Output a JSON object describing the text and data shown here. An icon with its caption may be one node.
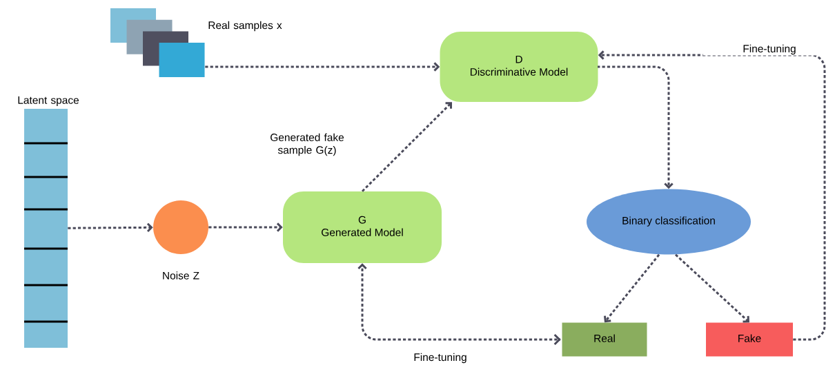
{
  "diagram": {
    "nodes": [
      {
        "text": [],
        "shape": "picture",
        "beside": [
          "Real samples x"
        ]
      },
      {
        "text": [],
        "shape": "bar",
        "beside": [
          "Latent space"
        ]
      },
      {
        "text": [],
        "shape": "circle",
        "beside": [
          "Noise Z"
        ]
      },
      {
        "text": [
          "G",
          "Generated Model"
        ]
      },
      {
        "text": [
          "D",
          "Discriminative Model"
        ]
      },
      {
        "text": [
          "Binary classification"
        ]
      },
      {
        "text": [
          "Real"
        ]
      },
      {
        "text": [
          "Fake"
        ]
      }
    ],
    "edges": [
      {
        "from": 0,
        "to": 4,
        "arrow": "to"
      },
      {
        "from": 1,
        "to": 2,
        "arrow": "to"
      },
      {
        "from": 2,
        "to": 3,
        "arrow": "to"
      },
      {
        "from": 3,
        "to": 4,
        "arrow": "to",
        "label": "Generated fake sample G(z)"
      },
      {
        "from": 4,
        "to": 5,
        "arrow": "to"
      },
      {
        "from": 5,
        "to": 6,
        "arrow": "to"
      },
      {
        "from": 5,
        "to": 7,
        "arrow": "to"
      },
      {
        "from": 6,
        "to": 3,
        "arrow": "both",
        "label": "Fine-tuning"
      },
      {
        "from": 7,
        "to": 4,
        "arrow": "to",
        "label": "Fine-tuning"
      }
    ]
  }
}
